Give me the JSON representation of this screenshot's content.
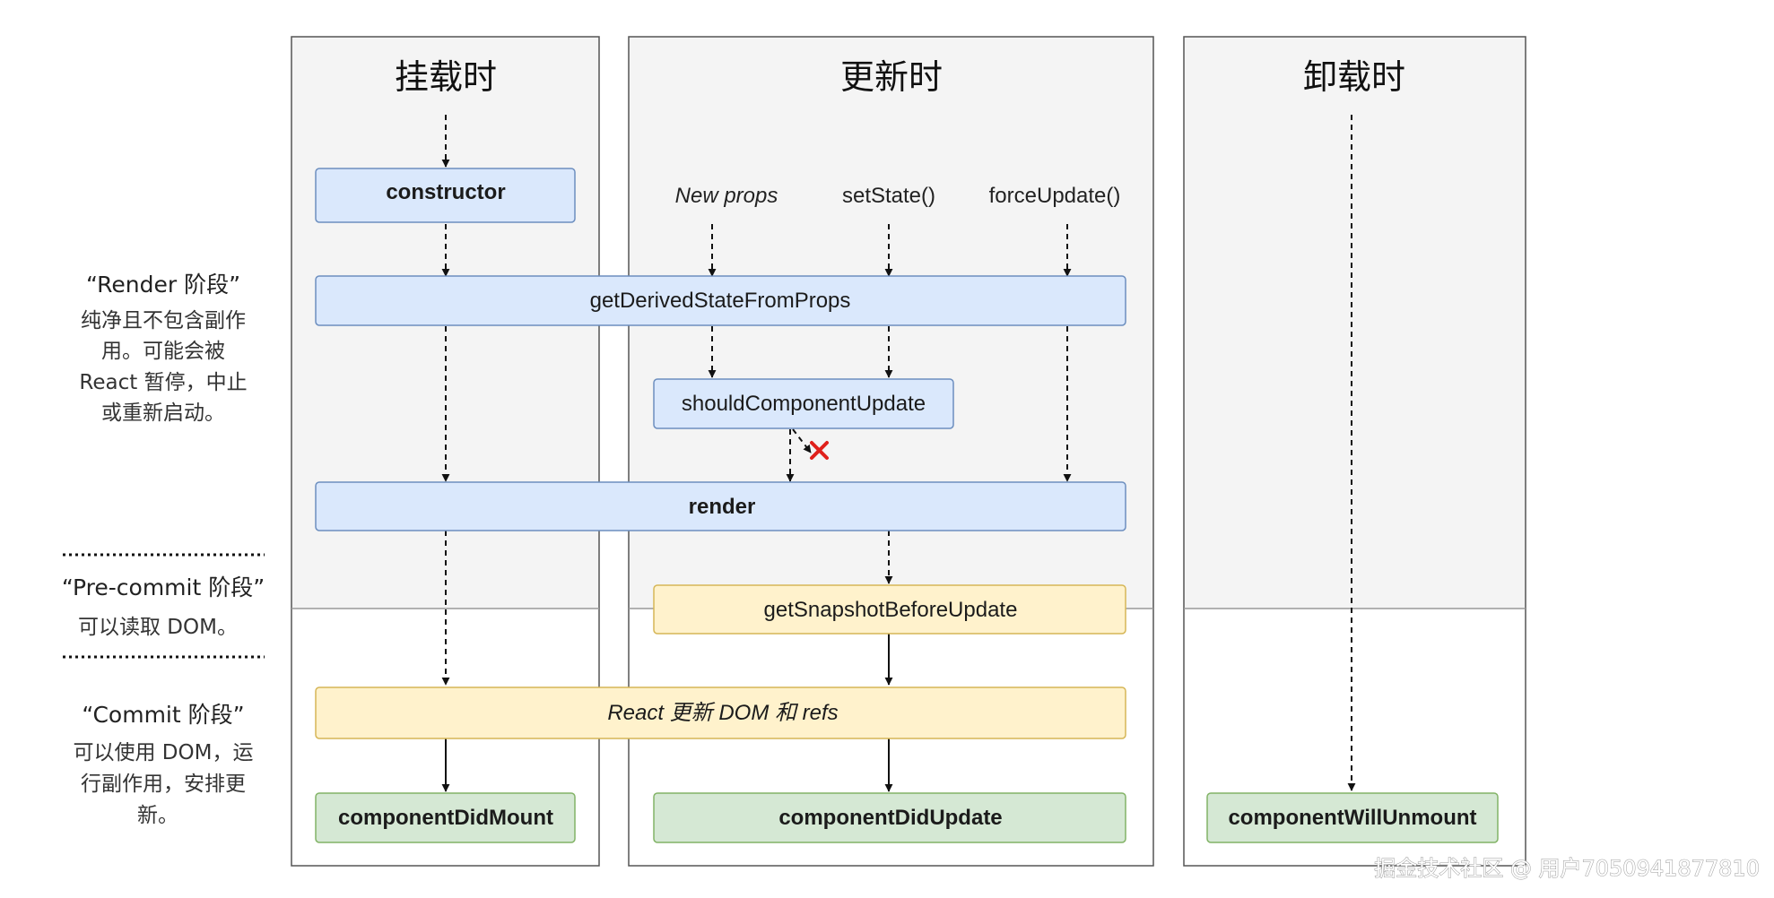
{
  "columns": {
    "mount": {
      "title": "挂载时"
    },
    "update": {
      "title": "更新时"
    },
    "unmount": {
      "title": "卸载时"
    }
  },
  "triggers": {
    "new_props": "New props",
    "set_state": "setState()",
    "force_update": "forceUpdate()"
  },
  "boxes": {
    "constructor": "constructor",
    "get_derived_state": "getDerivedStateFromProps",
    "should_update": "shouldComponentUpdate",
    "render": "render",
    "get_snapshot": "getSnapshotBeforeUpdate",
    "react_updates_dom": "React 更新 DOM 和 refs",
    "did_mount": "componentDidMount",
    "did_update": "componentDidUpdate",
    "will_unmount": "componentWillUnmount"
  },
  "phases": {
    "render": {
      "title": "“Render 阶段”",
      "desc": [
        "纯净且不包含副作",
        "用。可能会被",
        "React 暂停，中止",
        "或重新启动。"
      ]
    },
    "precommit": {
      "title": "“Pre-commit 阶段”",
      "desc": [
        "可以读取 DOM。"
      ]
    },
    "commit": {
      "title": "“Commit 阶段”",
      "desc": [
        "可以使用 DOM，运",
        "行副作用，安排更",
        "新。"
      ]
    }
  },
  "watermark": "掘金技术社区 @ 用户7050941877810",
  "colors": {
    "render_phase_bg": "#f4f4f4",
    "blue_fill": "#dae8fc",
    "blue_stroke": "#6c8ebf",
    "yellow_fill": "#fff2cc",
    "yellow_stroke": "#d6b656",
    "green_fill": "#d5e8d4",
    "green_stroke": "#82b366",
    "cross_red": "#e0201b"
  }
}
